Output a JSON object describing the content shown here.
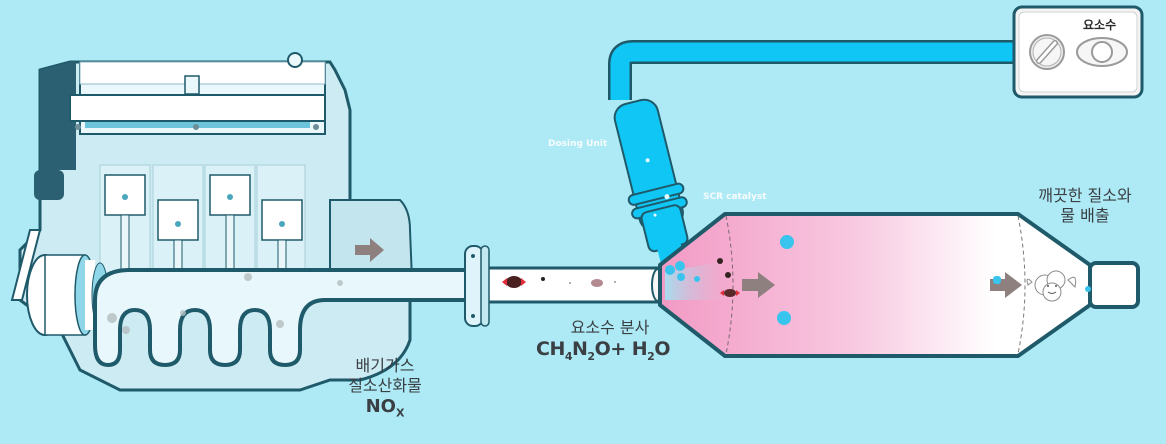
{
  "diagram": {
    "title": "SCR urea dosing exhaust after-treatment",
    "colors": {
      "background": "#aeeaf5",
      "outline": "#1f5a6b",
      "urea_line": "#0fc6f5",
      "catalyst_pink": "#f4a9cd",
      "engine_fill": "#cdebf3",
      "arrow": "#8f8080"
    },
    "tank": {
      "label": "요소수",
      "icons": [
        "cap-icon",
        "sight-glass-icon"
      ]
    },
    "labels": {
      "dosing_unit": "Dosing Unit",
      "scr_catalyst": "SCR catalyst",
      "clean_output_line1": "깨끗한 질소와",
      "clean_output_line2": "물 배출",
      "urea_spray": "요소수 분사",
      "exhaust_line1": "배기가스",
      "exhaust_line2": "질소산화물"
    },
    "formula": {
      "c": "CH",
      "c_sub": "4",
      "n": "N",
      "n_sub": "2",
      "o": "O+ H",
      "h_sub": "2",
      "end": "O"
    },
    "nox": {
      "base": "NO",
      "sub": "X"
    },
    "components": [
      {
        "name": "engine",
        "label": ""
      },
      {
        "name": "exhaust-manifold",
        "label": ""
      },
      {
        "name": "exhaust-pipe",
        "label": ""
      },
      {
        "name": "pipe-flange",
        "label": ""
      },
      {
        "name": "dosing-unit",
        "label": "Dosing Unit"
      },
      {
        "name": "scr-catalyst",
        "label": "SCR catalyst"
      },
      {
        "name": "urea-tank",
        "label": "요소수"
      }
    ]
  }
}
